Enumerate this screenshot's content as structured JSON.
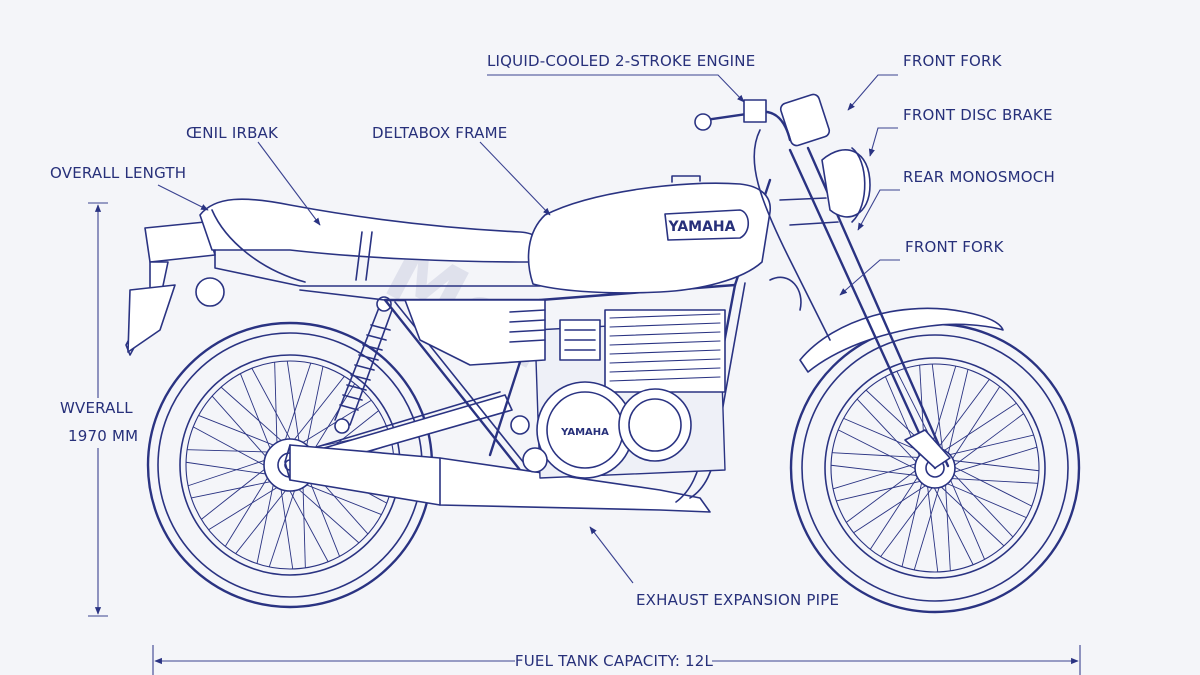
{
  "labels": {
    "engine": "LIQUID-COOLED 2-STROKE ENGINE",
    "front_fork_top": "FRONT FORK",
    "front_disc_brake": "FRONT DISC BRAKE",
    "rear_monoshock": "REAR MONOSMOCH",
    "front_fork": "FRONT FORK",
    "seat": "ŒNIL IRBAK",
    "frame": "DELTABOX FRAME",
    "overall_length": "OVERALL LENGTH",
    "overall_height_1": "WVERALL",
    "overall_height_2": "1970 MM",
    "exhaust": "EXHAUST EXPANSION PIPE",
    "fuel_tank": "FUEL TANK CAPACITY: 12L"
  },
  "branding": {
    "tank_badge": "YAMAHA",
    "engine_badge": "YAMAHA",
    "watermark": "Moto"
  },
  "colors": {
    "ink": "#2a3382",
    "paper": "#f4f5f9"
  }
}
